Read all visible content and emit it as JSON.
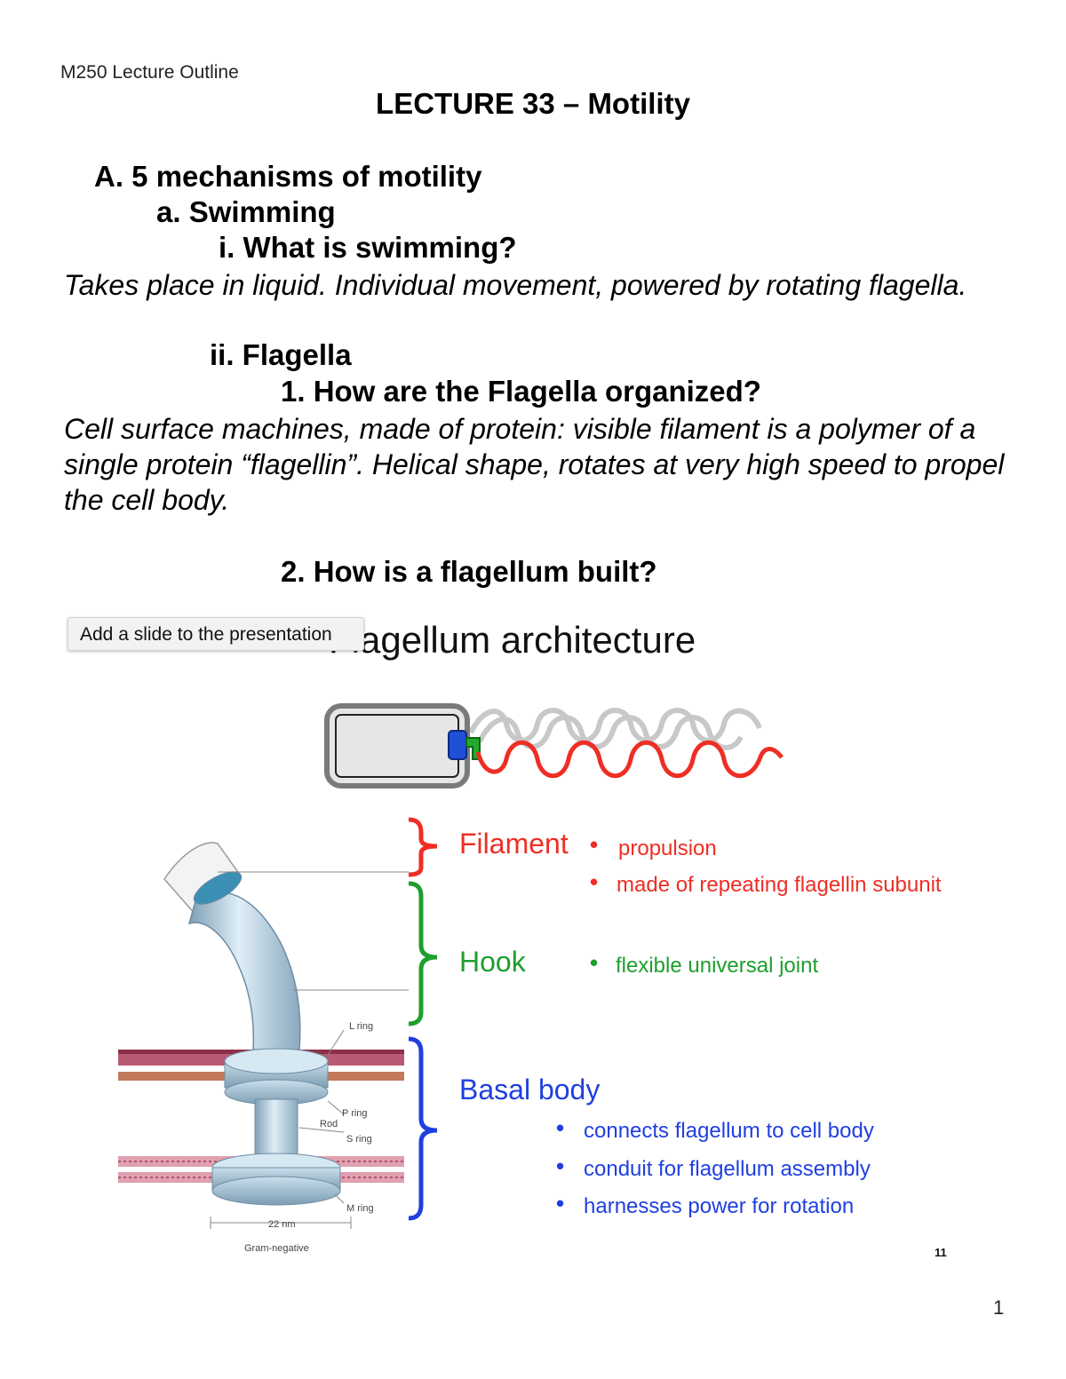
{
  "header": {
    "course": "M250 Lecture Outline"
  },
  "title": "LECTURE 33 – Motility",
  "outline": {
    "section_a": "A. 5 mechanisms of motility",
    "item_a": "a. Swimming",
    "item_i": "i.  What is swimming?",
    "answer_i": "Takes place in liquid. Individual movement, powered by rotating flagella.",
    "item_ii": "ii.  Flagella",
    "item_1": "1. How are the Flagella organized?",
    "answer_1": "Cell surface machines, made of protein: visible filament is a polymer of a single protein “flagellin”. Helical shape, rotates at very high speed to propel the cell body.",
    "item_2": "2. How is a flagellum built?"
  },
  "slide_button": {
    "label": "Add a slide to the presentation"
  },
  "slide": {
    "title": "Flagellum architecture",
    "filament": {
      "label": "Filament",
      "bullets": [
        "propulsion",
        "made of repeating flagellin subunit"
      ]
    },
    "hook": {
      "label": "Hook",
      "bullets": [
        "flexible universal joint"
      ]
    },
    "basal_body": {
      "label": "Basal body",
      "bullets": [
        "connects flagellum to cell body",
        "conduit for flagellum assembly",
        "harnesses power for rotation"
      ]
    },
    "figure_labels": {
      "l_ring": "L ring",
      "p_ring": "P ring",
      "rod": "Rod",
      "s_ring": "S ring",
      "m_ring": "M ring",
      "scale": "22 nm",
      "caption": "Gram-negative"
    },
    "slide_number": "11",
    "bullet_char": "•",
    "colors": {
      "filament": "#ee2e24",
      "hook": "#1e9e2e",
      "basal_body": "#1f3fe0"
    }
  },
  "page_number": "1"
}
